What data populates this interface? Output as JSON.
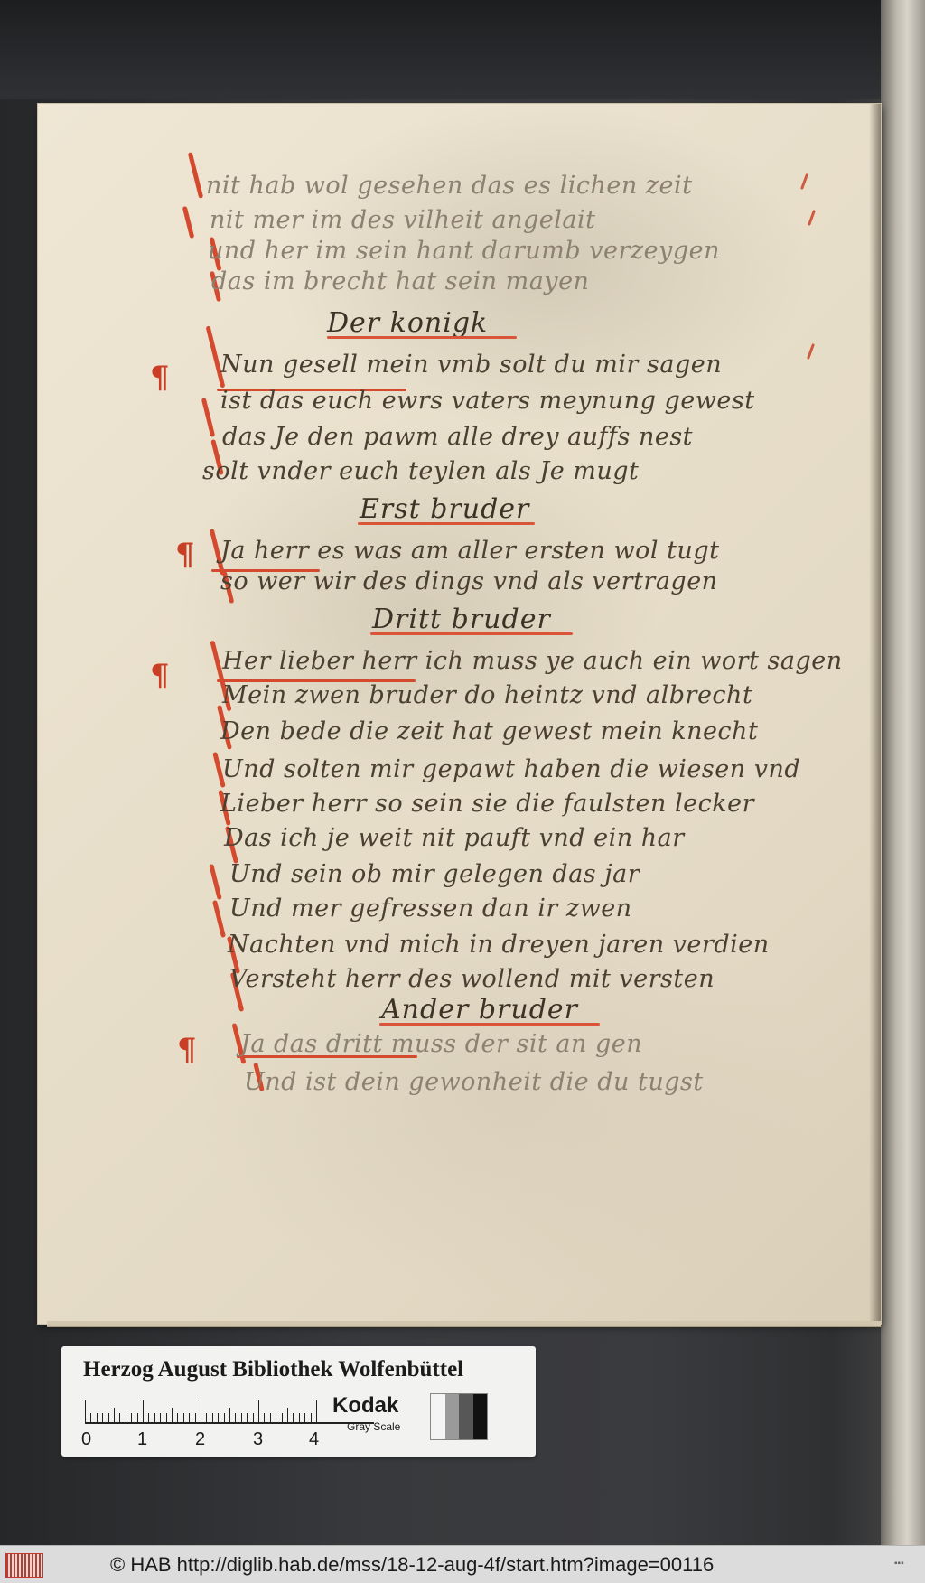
{
  "manuscript": {
    "lines": [
      "nit hab wol gesehen das es lichen zeit",
      "nit mer im des vilheit angelait",
      "und her im sein hant darumb verzeygen",
      "das im brecht hat sein mayen",
      "Der konigk",
      "Nun gesell mein vmb solt du mir sagen",
      "ist das euch ewrs vaters meynung gewest",
      "das Je den pawm alle drey auffs nest",
      "solt vnder euch teylen als Je mugt",
      "Erst bruder",
      "Ja herr es was am aller ersten wol tugt",
      "so wer wir des dings vnd als vertragen",
      "Dritt bruder",
      "Her lieber herr ich muss ye auch ein wort sagen",
      "Mein zwen bruder do heintz vnd albrecht",
      "Den bede die zeit hat gewest mein knecht",
      "Und solten mir gepawt haben die wiesen vnd",
      "Lieber herr so sein sie die faulsten lecker",
      "Das ich je weit nit pauft vnd ein har",
      "Und sein ob mir gelegen das jar",
      "Und mer gefressen dan ir zwen",
      "Nachten vnd mich in dreyen jaren verdien",
      "Versteht herr des wollend mit versten",
      "Ander bruder",
      "Ja das dritt muss der sit an gen",
      "Und ist dein gewonheit die du tugst"
    ]
  },
  "color_card": {
    "institution": "Herzog August Bibliothek Wolfenbüttel",
    "brand": "Kodak",
    "scale_label": "Gray Scale",
    "ruler_numbers": [
      "0",
      "1",
      "2",
      "3",
      "4"
    ],
    "patch_colors": [
      "#f4f4f4",
      "#9a9a9a",
      "#575757",
      "#111111"
    ]
  },
  "footer": {
    "credit": "© HAB http://diglib.hab.de/mss/18-12-aug-4f/start.htm?image=00116",
    "accent_color": "#c0392b"
  },
  "right_edge": {
    "mark": "▪▪▪"
  }
}
